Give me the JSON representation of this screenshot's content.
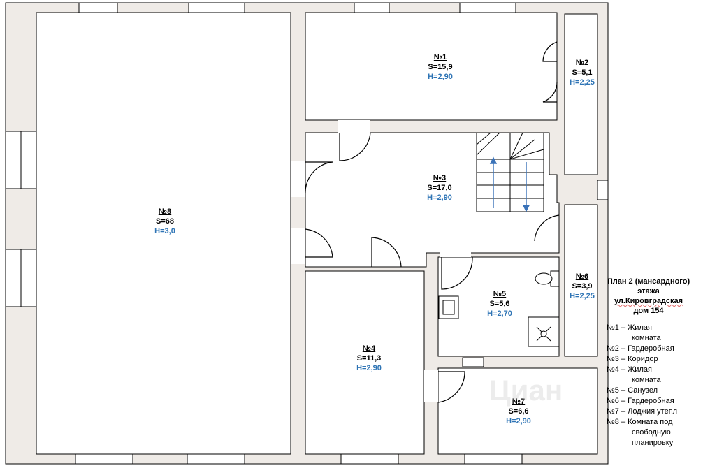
{
  "colors": {
    "wall": "#efebe7",
    "line": "#000000",
    "height_text": "#2e74b5",
    "arrow": "#3b73b9"
  },
  "rooms": [
    {
      "id": "8",
      "num": "№8",
      "area": "S=68",
      "height": "H=3,0"
    },
    {
      "id": "1",
      "num": "№1",
      "area": "S=15,9",
      "height": "H=2,90"
    },
    {
      "id": "2",
      "num": "№2",
      "area": "S=5,1",
      "height": "H=2,25"
    },
    {
      "id": "3",
      "num": "№3",
      "area": "S=17,0",
      "height": "H=2,90"
    },
    {
      "id": "4",
      "num": "№4",
      "area": "S=11,3",
      "height": "H=2,90"
    },
    {
      "id": "5",
      "num": "№5",
      "area": "S=5,6",
      "height": "H=2,70"
    },
    {
      "id": "6",
      "num": "№6",
      "area": "S=3,9",
      "height": "H=2,25"
    },
    {
      "id": "7",
      "num": "№7",
      "area": "S=6,6",
      "height": "H=2,90"
    }
  ],
  "legend": {
    "title_lines": [
      "План 2 (мансардного)",
      "этажа",
      "ул.Кировградская",
      "дом 154"
    ],
    "items": [
      {
        "line1": "№1 – Жилая",
        "line2": "комната"
      },
      {
        "line1": "№2 – Гардеробная",
        "line2": ""
      },
      {
        "line1": "№3 – Коридор",
        "line2": ""
      },
      {
        "line1": "№4 – Жилая",
        "line2": "комната"
      },
      {
        "line1": "№5 – Санузел",
        "line2": ""
      },
      {
        "line1": "№6 – Гардеробная",
        "line2": ""
      },
      {
        "line1": "№7 – Лоджия утепл",
        "line2": ""
      },
      {
        "line1": "№8 – Комната под",
        "line2": "свободную"
      },
      {
        "line1": "",
        "line2": "планировку"
      }
    ]
  },
  "watermark": "Циан"
}
